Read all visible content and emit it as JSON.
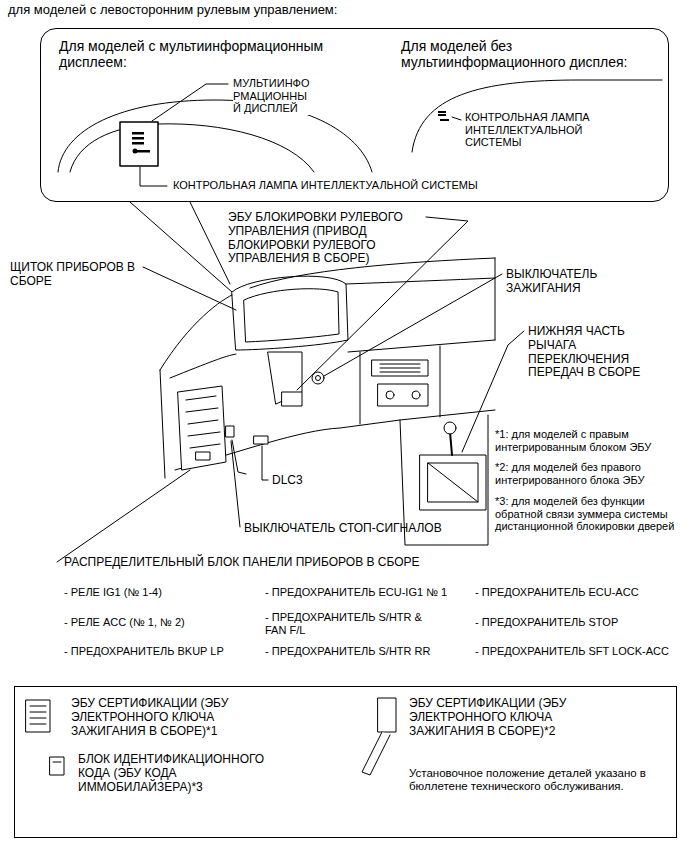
{
  "diagram": {
    "title": "для моделей с левосторонним рулевым управлением:",
    "nodes": [
      {
        "text": [
          "Для моделей с мультиинформационным дисплеем:",
          "МУЛЬТИИНФО РМАЦИОННЫ Й ДИСПЛЕЙ",
          "КОНТРОЛЬНАЯ ЛАМПА ИНТЕЛЛЕКТУАЛЬНОЙ СИСТЕМЫ",
          "Для моделей без мультиинформационного дисплея:",
          "КОНТРОЛЬНАЯ ЛАМПА ИНТЕЛЛЕКТУАЛЬНОЙ СИСТЕМЫ"
        ]
      },
      {
        "text": [
          "ЭБУ СЕРТИФИКАЦИИ (ЭБУ ЭЛЕКТРОННОГО КЛЮЧА ЗАЖИГАНИЯ В СБОРЕ)*1",
          "БЛОК ИДЕНТИФИКАЦИОННОГО КОДА (ЭБУ КОДА ИММОБИЛАЙЗЕРА)*3",
          "ЭБУ СЕРТИФИКАЦИИ (ЭБУ ЭЛЕКТРОННОГО КЛЮЧА ЗАЖИГАНИЯ В СБОРЕ)*2",
          "Установочное положение деталей указано в бюллетене технического обслуживания."
        ]
      }
    ],
    "labels": [
      "ЭБУ БЛОКИРОВКИ РУЛЕВОГО УПРАВЛЕНИЯ (ПРИВОД БЛОКИРОВКИ РУЛЕВОГО УПРАВЛЕНИЯ В СБОРЕ)",
      "ЩИТОК ПРИБОРОВ В СБОРЕ",
      "ВЫКЛЮЧАТЕЛЬ ЗАЖИГАНИЯ",
      "НИЖНЯЯ ЧАСТЬ РЫЧАГА ПЕРЕКЛЮЧЕНИЯ ПЕРЕДАЧ В СБОРЕ",
      "*1: для моделей с правым интегрированным блоком ЭБУ",
      "*2: для моделей без правого интегрированного блока ЭБУ",
      "*3: для моделей без функции обратной связи зуммера системы дистанционной блокировки дверей",
      "DLC3",
      "ВЫКЛЮЧАТЕЛЬ СТОП-СИГНАЛОВ",
      "РАСПРЕДЕЛИТЕЛЬНЫЙ БЛОК ПАНЕЛИ ПРИБОРОВ В СБОРЕ",
      "- РЕЛЕ IG1 (№ 1-4)",
      "- ПРЕДОХРАНИТЕЛЬ ECU-IG1 № 1",
      "- ПРЕДОХРАНИТЕЛЬ ECU-ACC",
      "- РЕЛЕ ACC (№ 1, № 2)",
      "- ПРЕДОХРАНИТЕЛЬ S/HTR & FAN F/L",
      "- ПРЕДОХРАНИТЕЛЬ STOP",
      "- ПРЕДОХРАНИТЕЛЬ BKUP LP",
      "- ПРЕДОХРАНИТЕЛЬ S/HTR RR",
      "- ПРЕДОХРАНИТЕЛЬ SFT LOCK-ACC"
    ]
  }
}
